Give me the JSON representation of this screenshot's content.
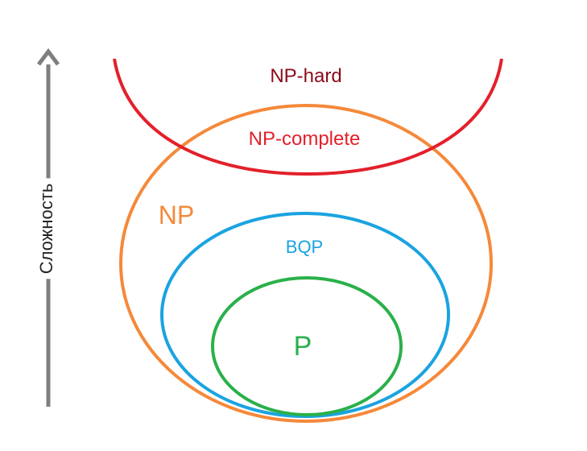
{
  "axis": {
    "label": "Сложность",
    "color": "#7f7f7f"
  },
  "regions": {
    "np_hard": {
      "label": "NP-hard",
      "color": "#8b0a1a",
      "stroke": "#e3202b"
    },
    "np_complete": {
      "label": "NP-complete",
      "color": "#e3202b"
    },
    "np": {
      "label": "NP",
      "color": "#f5893a",
      "stroke": "#f5893a"
    },
    "bqp": {
      "label": "BQP",
      "color": "#1aa3e0",
      "stroke": "#1aa3e0"
    },
    "p": {
      "label": "P",
      "color": "#2ab04a",
      "stroke": "#2ab04a"
    }
  }
}
